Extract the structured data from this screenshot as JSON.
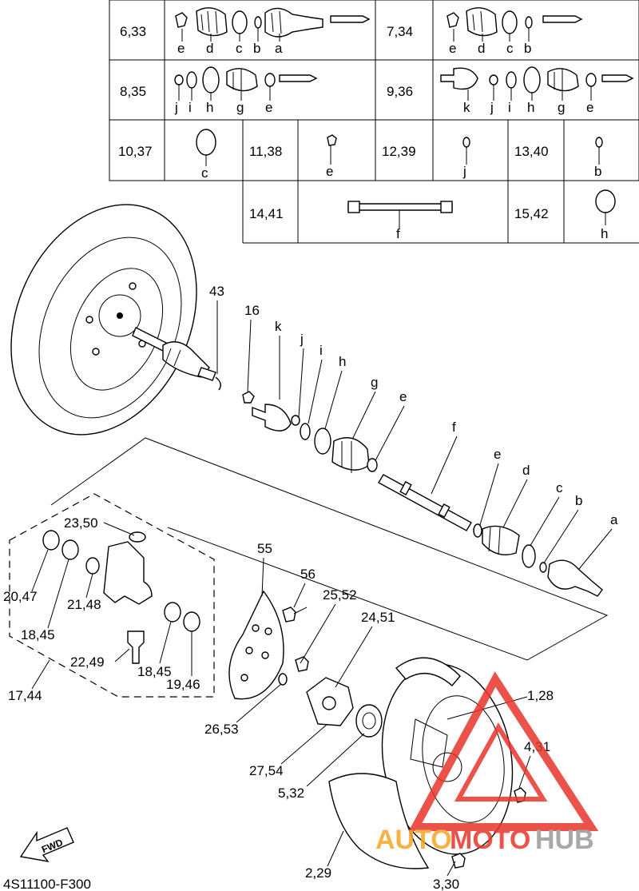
{
  "table": {
    "row1": {
      "left_ref": "6,33",
      "left_letters": [
        "e",
        "d",
        "c",
        "b",
        "a"
      ],
      "right_ref": "7,34",
      "right_letters": [
        "e",
        "d",
        "c",
        "b"
      ]
    },
    "row2": {
      "left_ref": "8,35",
      "left_letters": [
        "j",
        "i",
        "h",
        "g",
        "e"
      ],
      "right_ref": "9,36",
      "right_letters": [
        "k",
        "j",
        "i",
        "h",
        "g",
        "e"
      ]
    },
    "row3": [
      {
        "ref": "10,37",
        "letter": "c"
      },
      {
        "ref": "11,38",
        "letter": "e"
      },
      {
        "ref": "12,39",
        "letter": "j"
      },
      {
        "ref": "13,40",
        "letter": "b"
      }
    ],
    "row4": [
      {
        "ref": "14,41",
        "letter": "f"
      },
      {
        "ref": "15,42",
        "letter": "h"
      }
    ]
  },
  "callouts": {
    "c43": "43",
    "c16": "16",
    "k": "k",
    "j": "j",
    "i": "i",
    "h": "h",
    "g": "g",
    "e1": "e",
    "f": "f",
    "e2": "e",
    "d": "d",
    "c": "c",
    "b": "b",
    "a": "a",
    "c23_50": "23,50",
    "c55": "55",
    "c56": "56",
    "c25_52": "25,52",
    "c24_51": "24,51",
    "c20_47": "20,47",
    "c18_45a": "18,45",
    "c21_48": "21,48",
    "c22_49": "22,49",
    "c18_45b": "18,45",
    "c19_46": "19,46",
    "c17_44": "17,44",
    "c26_53": "26,53",
    "c27_54": "27,54",
    "c5_32": "5,32",
    "c1_28": "1,28",
    "c4_31": "4,31",
    "c2_29": "2,29",
    "c3_30": "3,30"
  },
  "fwd_label": "FWD",
  "diagram_code": "4S11100-F300",
  "watermark": {
    "part1": "AUTO",
    "part2": "MOTO",
    "part3": "HUB"
  },
  "colors": {
    "watermark_red": "#e8352a",
    "watermark_orange": "#f5a623",
    "watermark_gray": "#9a9a9a"
  }
}
